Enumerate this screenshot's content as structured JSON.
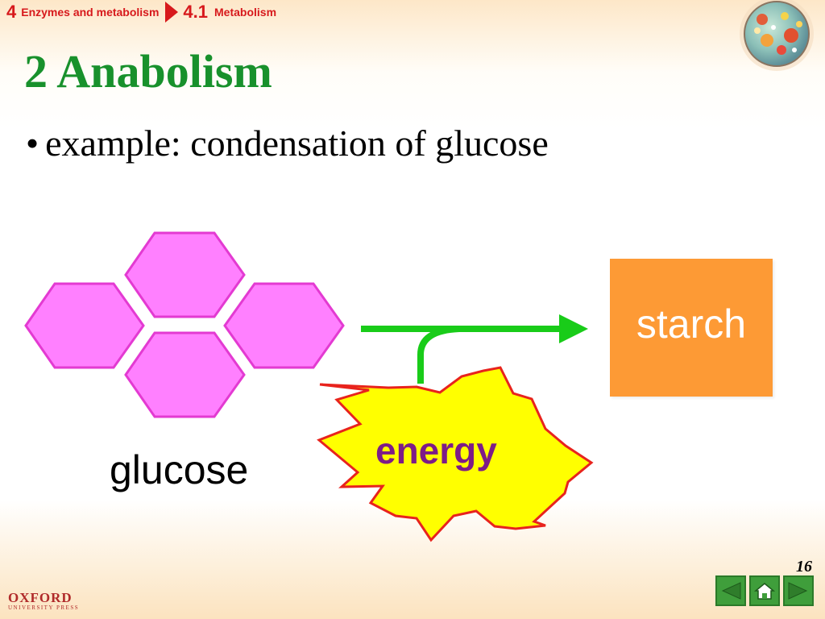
{
  "breadcrumb": {
    "chapter_number": "4",
    "chapter_title": "Enzymes and metabolism",
    "section_number": "4.1",
    "section_title": "Metabolism"
  },
  "title": "2 Anabolism",
  "bullet": {
    "marker": "•",
    "text": "example: condensation of glucose"
  },
  "diagram": {
    "glucose_label": "glucose",
    "energy_label": "energy",
    "product_label": "starch",
    "colors": {
      "glucose_fill": "#ff80ff",
      "glucose_stroke": "#e33ad2",
      "arrow": "#19cc19",
      "starburst_fill": "#ffff00",
      "starburst_stroke": "#e8231d",
      "energy_text": "#7d1c88",
      "starch_fill": "#fd9a35",
      "starch_text": "#ffffff"
    }
  },
  "footer": {
    "page_number": "16",
    "publisher": "OXFORD",
    "publisher_sub": "UNIVERSITY PRESS"
  },
  "nav": {
    "icons": [
      "back-arrow-icon",
      "home-icon",
      "forward-arrow-icon"
    ]
  },
  "accent_colors": {
    "title": "#18912c",
    "breadcrumb": "#d7191c",
    "nav_button": "#3f9e3b"
  }
}
